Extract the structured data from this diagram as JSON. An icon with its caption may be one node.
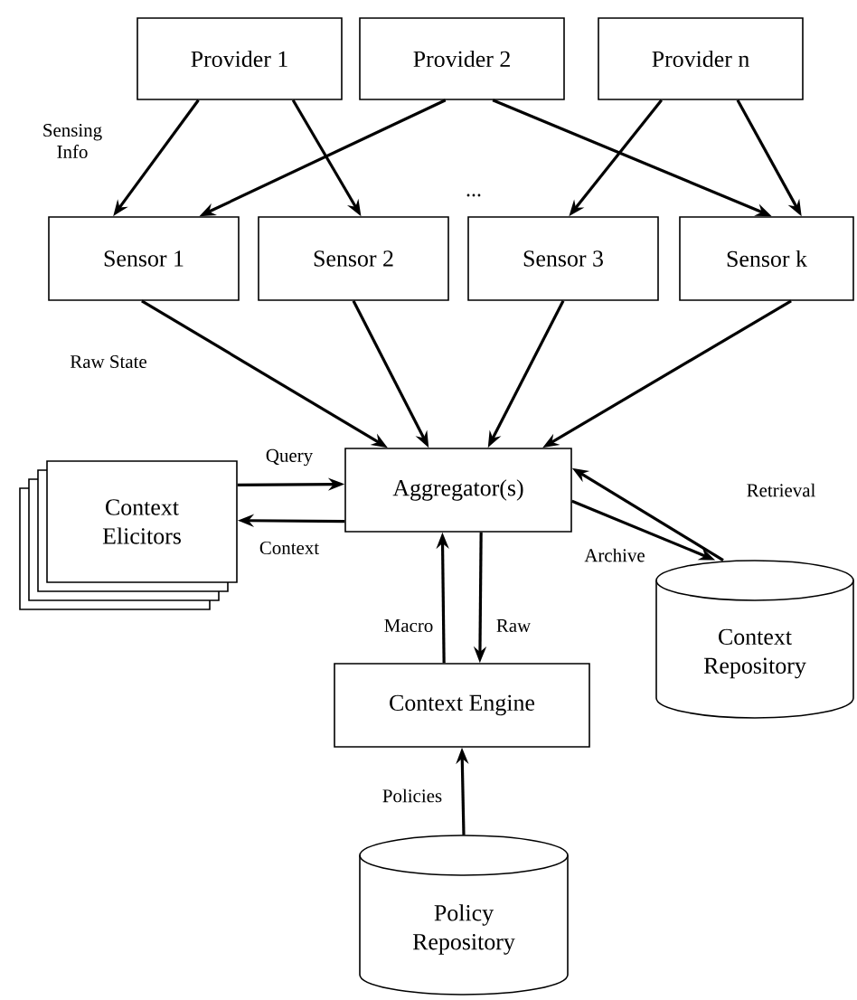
{
  "diagram": {
    "nodes": [
      {
        "text": [
          "Provider 1"
        ]
      },
      {
        "text": [
          "Provider 2"
        ]
      },
      {
        "text": [
          "Provider n"
        ]
      },
      {
        "text": [
          "Sensor 1"
        ]
      },
      {
        "text": [
          "Sensor 2"
        ]
      },
      {
        "text": [
          "Sensor 3"
        ]
      },
      {
        "text": [
          "Sensor k"
        ]
      },
      {
        "text": [
          "Aggregator(s)"
        ]
      },
      {
        "text": [
          "Context Elicitors"
        ]
      },
      {
        "text": [
          "Context Repository"
        ]
      },
      {
        "text": [
          "Context Engine"
        ]
      },
      {
        "text": [
          "Policy Repository"
        ]
      }
    ],
    "edges": [
      {
        "from": 0,
        "to": 3,
        "arrow": "to",
        "label": "Sensing Info"
      },
      {
        "from": 0,
        "to": 4,
        "arrow": "to"
      },
      {
        "from": 1,
        "to": 3,
        "arrow": "to"
      },
      {
        "from": 1,
        "to": 6,
        "arrow": "to"
      },
      {
        "from": 2,
        "to": 5,
        "arrow": "to"
      },
      {
        "from": 2,
        "to": 6,
        "arrow": "to"
      },
      {
        "from": 3,
        "to": 7,
        "arrow": "to",
        "label": "Raw State"
      },
      {
        "from": 4,
        "to": 7,
        "arrow": "to"
      },
      {
        "from": 5,
        "to": 7,
        "arrow": "to"
      },
      {
        "from": 6,
        "to": 7,
        "arrow": "to"
      },
      {
        "from": 8,
        "to": 7,
        "arrow": "to",
        "label": "Query"
      },
      {
        "from": 7,
        "to": 8,
        "arrow": "to",
        "label": "Context"
      },
      {
        "from": 7,
        "to": 9,
        "arrow": "to",
        "label": "Archive"
      },
      {
        "from": 9,
        "to": 7,
        "arrow": "to",
        "label": "Retrieval"
      },
      {
        "from": 10,
        "to": 7,
        "arrow": "to",
        "label": "Macro"
      },
      {
        "from": 7,
        "to": 10,
        "arrow": "to",
        "label": "Raw"
      },
      {
        "from": 11,
        "to": 10,
        "arrow": "to",
        "label": "Policies"
      }
    ],
    "labels": [
      "..."
    ]
  }
}
